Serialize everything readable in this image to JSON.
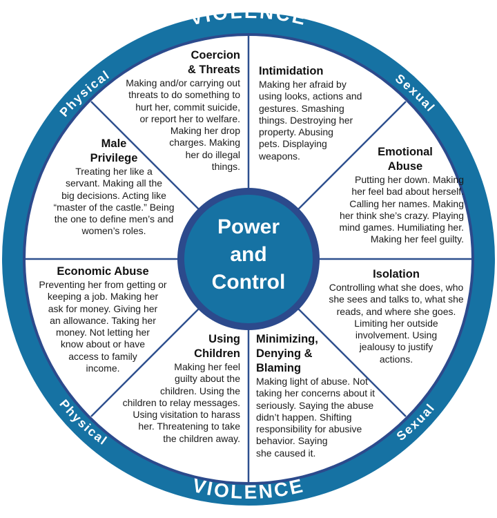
{
  "ring": {
    "top": "VIOLENCE",
    "bottom": "VIOLENCE",
    "upper_left": "Physical",
    "lower_left": "Physical",
    "upper_right": "Sexual",
    "lower_right": "Sexual"
  },
  "hub": {
    "line1": "Power",
    "line2": "and",
    "line3": "Control"
  },
  "segments": {
    "coercion": {
      "title": "Coercion\n& Threats",
      "body": "Making and/or carrying out\nthreats to do something to\nhurt her, commit suicide,\nor report her to welfare.\nMaking her drop\ncharges. Making\nher do illegal\nthings."
    },
    "intimidation": {
      "title": "Intimidation",
      "body": "Making her afraid by\nusing looks, actions and\ngestures. Smashing\nthings. Destroying her\nproperty. Abusing\npets. Displaying\nweapons."
    },
    "emotional": {
      "title": "Emotional\nAbuse",
      "body": "Putting her down. Making\nher feel bad about herself.\nCalling her names. Making\nher think she’s crazy. Playing\nmind games. Humiliating her.\nMaking her feel guilty."
    },
    "isolation": {
      "title": "Isolation",
      "body": "Controlling what she does, who\nshe sees and talks to, what she\nreads, and where she goes.\nLimiting her outside\ninvolvement. Using\njealousy to justify\nactions."
    },
    "minimizing": {
      "title": "Minimizing,\nDenying &\nBlaming",
      "body": "Making light of abuse. Not\ntaking her concerns about it\nseriously. Saying the abuse\ndidn’t happen. Shifting\nresponsibility for abusive\nbehavior. Saying\nshe caused it."
    },
    "children": {
      "title": "Using\nChildren",
      "body": "Making her feel\nguilty about the\nchildren. Using the\nchildren to relay messages.\nUsing visitation to harass\nher. Threatening to take\nthe children away."
    },
    "economic": {
      "title": "Economic Abuse",
      "body": "Preventing her from getting or\nkeeping a job. Making her\nask for money. Giving her\nan allowance. Taking her\nmoney. Not letting her\nknow about or have\naccess to family\nincome."
    },
    "privilege": {
      "title": "Male\nPrivilege",
      "body": "Treating her like a\nservant. Making all the\nbig decisions. Acting like\n“master of the castle.” Being\nthe one to define men’s and\nwomen’s roles."
    }
  },
  "colors": {
    "ring": "#1672a3",
    "hub": "#1672a3",
    "hub_border": "#2c4a8c",
    "spokes": "#2d4f8e",
    "text": "#1a1a1a"
  }
}
